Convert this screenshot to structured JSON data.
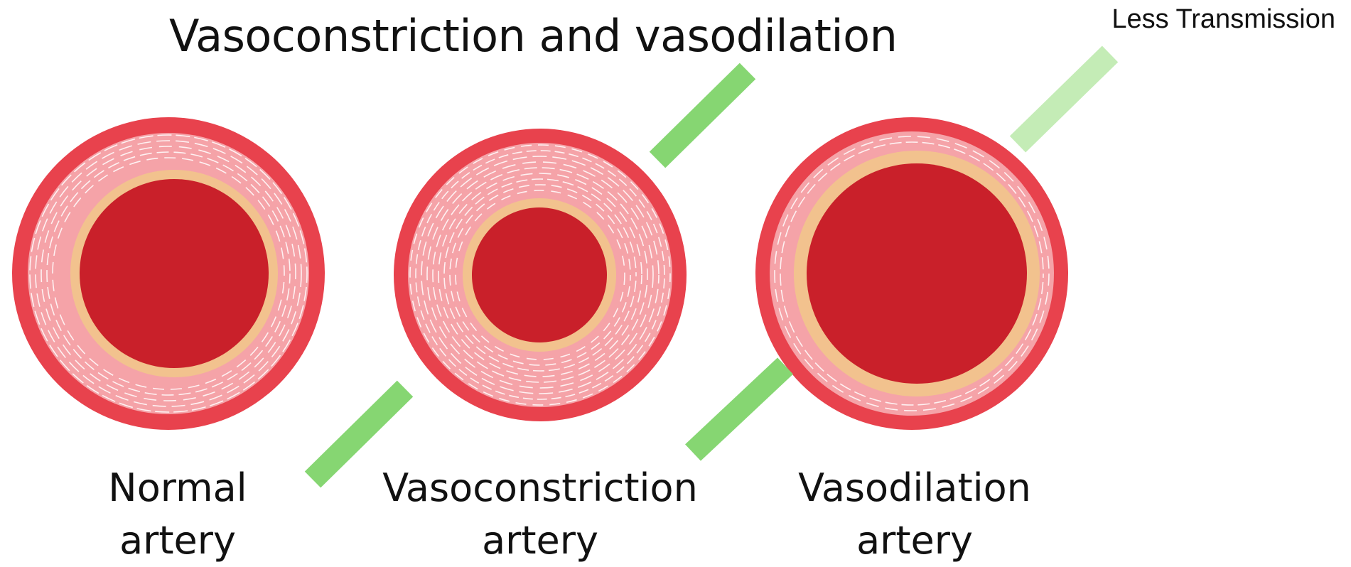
{
  "title": "Vasoconstriction and vasodilation",
  "annotation": "Less Transmission",
  "arteries": [
    {
      "id": "normal",
      "line1": "Normal",
      "line2": "artery",
      "lumen_scale": "normal"
    },
    {
      "id": "vasoconstriction",
      "line1": "Vasoconstriction",
      "line2": "artery",
      "lumen_scale": "small"
    },
    {
      "id": "vasodilation",
      "line1": "Vasodilation",
      "line2": "artery",
      "lumen_scale": "large"
    }
  ],
  "colors": {
    "outer_wall": "#e8424d",
    "muscle_layer": "#f5a3a8",
    "muscle_stripes": "#ffffff",
    "intima_ring": "#f2c28e",
    "lumen": "#c9202a",
    "beam": "#86d672",
    "beam_faded": "#c4ecb6"
  }
}
